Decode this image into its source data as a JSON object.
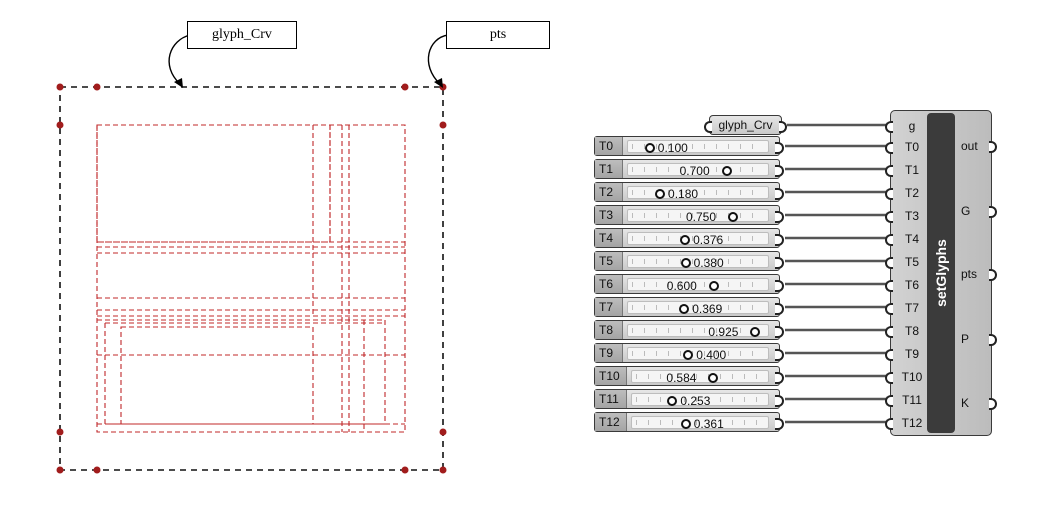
{
  "callouts": {
    "glyph_crv": "glyph_Crv",
    "pts": "pts"
  },
  "canvas": {
    "glyph_param": "glyph_Crv",
    "sliders": [
      {
        "name": "T0",
        "value": "0.100",
        "fraction": 0.1
      },
      {
        "name": "T1",
        "value": "0.700",
        "fraction": 0.7
      },
      {
        "name": "T2",
        "value": "0.180",
        "fraction": 0.18
      },
      {
        "name": "T3",
        "value": "0.750",
        "fraction": 0.75
      },
      {
        "name": "T4",
        "value": "0.376",
        "fraction": 0.376
      },
      {
        "name": "T5",
        "value": "0.380",
        "fraction": 0.38
      },
      {
        "name": "T6",
        "value": "0.600",
        "fraction": 0.6
      },
      {
        "name": "T7",
        "value": "0.369",
        "fraction": 0.369
      },
      {
        "name": "T8",
        "value": "0.925",
        "fraction": 0.925
      },
      {
        "name": "T9",
        "value": "0.400",
        "fraction": 0.4
      },
      {
        "name": "T10",
        "value": "0.584",
        "fraction": 0.584
      },
      {
        "name": "T11",
        "value": "0.253",
        "fraction": 0.253
      },
      {
        "name": "T12",
        "value": "0.361",
        "fraction": 0.361
      }
    ],
    "component": {
      "title": "setGlyphs",
      "inputs": [
        "g",
        "T0",
        "T1",
        "T2",
        "T3",
        "T4",
        "T5",
        "T6",
        "T7",
        "T8",
        "T9",
        "T10",
        "T11",
        "T12"
      ],
      "outputs": [
        "out",
        "G",
        "pts",
        "P",
        "K"
      ]
    }
  },
  "colors": {
    "glyph_lines": "#c0282a",
    "frame": "#111111",
    "points": "#a11c1c",
    "wires": "#555555"
  }
}
